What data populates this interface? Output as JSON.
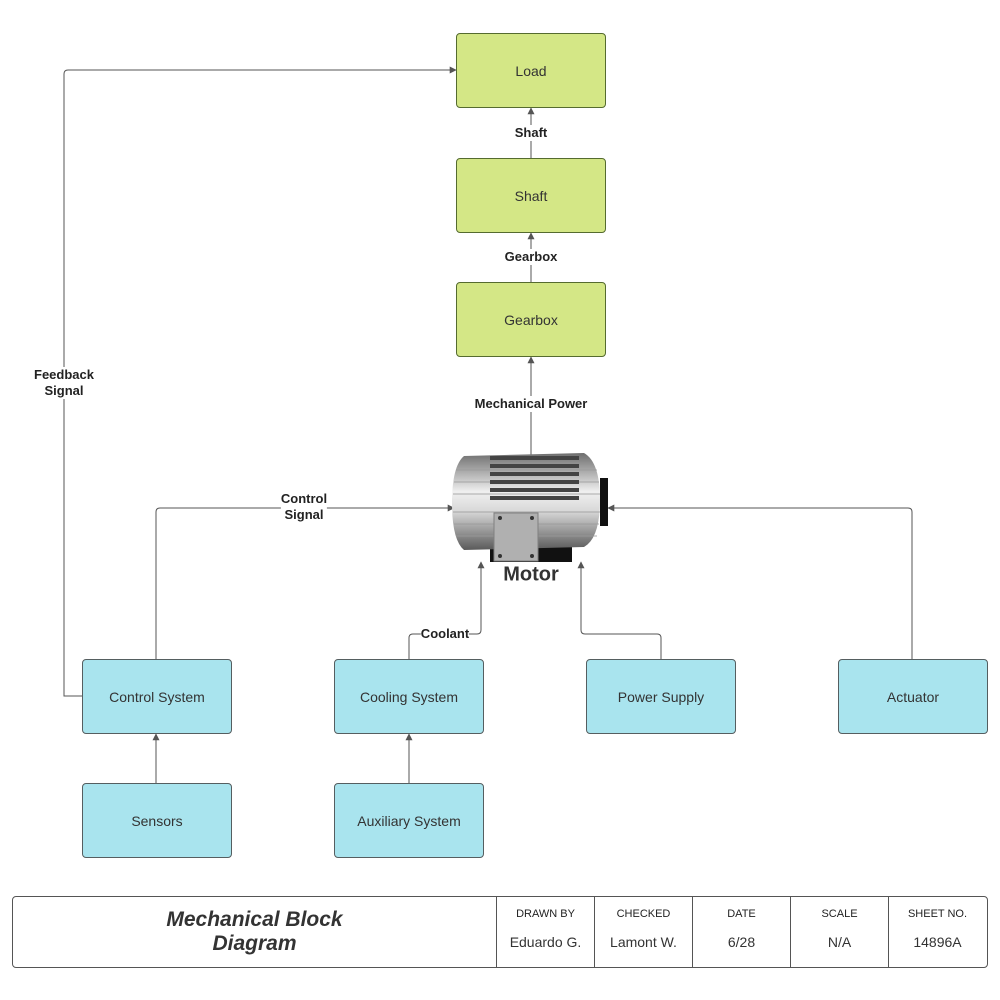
{
  "blocks": {
    "load": "Load",
    "shaft": "Shaft",
    "gearbox": "Gearbox",
    "control_system": "Control System",
    "cooling_system": "Cooling System",
    "power_supply": "Power Supply",
    "actuator": "Actuator",
    "sensors": "Sensors",
    "auxiliary_system": "Auxiliary System"
  },
  "motor": {
    "label": "Motor"
  },
  "edge_labels": {
    "shaft": "Shaft",
    "gearbox": "Gearbox",
    "mechanical_power": "Mechanical Power",
    "feedback_line1": "Feedback",
    "feedback_line2": "Signal",
    "control_line1": "Control",
    "control_line2": "Signal",
    "coolant": "Coolant"
  },
  "title_block": {
    "title_line1": "Mechanical Block",
    "title_line2": "Diagram",
    "drawn_by_label": "DRAWN BY",
    "drawn_by": "Eduardo G.",
    "checked_label": "CHECKED",
    "checked": "Lamont W.",
    "date_label": "DATE",
    "date": "6/28",
    "scale_label": "SCALE",
    "scale": "N/A",
    "sheet_label": "SHEET NO.",
    "sheet": "14896A"
  },
  "colors": {
    "process_fill": "#d4e786",
    "input_fill": "#a9e4ee",
    "line": "#555555"
  }
}
